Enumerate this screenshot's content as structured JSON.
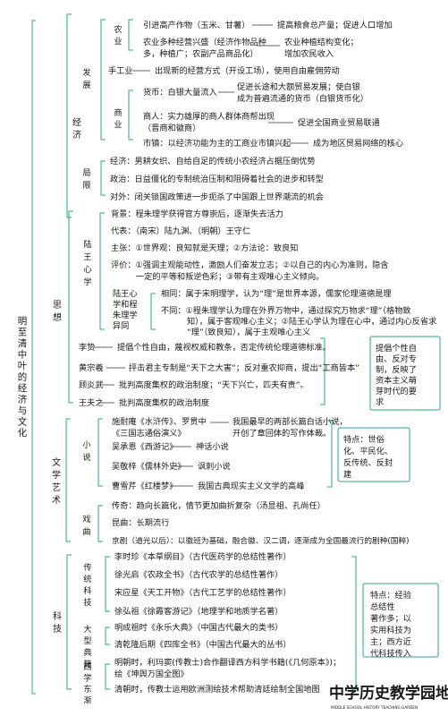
{
  "root": "明至清中叶的经济与文化",
  "economy": {
    "label": "经济",
    "development": {
      "label": "发展",
      "agriculture": {
        "label": "农业",
        "row1": "引进高产作物（玉米、甘薯）",
        "row1_result": "提高粮食总产量；促进人口增加",
        "row2_l1": "农业多种经营兴盛（经济作物品种",
        "row2_l2": "多，种植广；农副产品商品化）",
        "row2_r1": "农业种植结构变化；",
        "row2_r2": "增加农民收入"
      },
      "handicraft": {
        "label": "手工业",
        "text": "出现新的经营方式（开设工场），使用自由雇佣劳动"
      },
      "commerce": {
        "label": "商业",
        "currency": "货币：白银大量流入",
        "currency_r1": "促进长途和大额贸易发展；使白银",
        "currency_r2": "成为普遍流通的货币（白银货币化）",
        "merchants_l1": "商人：实力雄厚的商人群体商帮出现",
        "merchants_l2": "（晋商和徽商）",
        "merchants_r": "促进全国商业贸易联通",
        "towns": "市镇：以经济功能为主的工商业市镇兴起",
        "towns_r": "成为地区贸易网络的核心"
      }
    },
    "limits": {
      "label": "局限",
      "econ": "经济：男耕女织、自给自足的传统小农经济占据压倒优势",
      "politics": "政治：日益僵化的专制统治压制和阻碍着社会的进步和转型",
      "foreign": "对外：闭关锁国政策进一步扼杀了中国跟上世界潮流的机会"
    }
  },
  "culture": {
    "label": "文学艺术",
    "thought": {
      "label": "思想",
      "wang": {
        "label": "陆王心学",
        "background": "背景：程朱理学获得官方尊崇后，逐渐失去活力",
        "reps": "代表：（南宋）陆九渊、（明朝）王守仁",
        "claims": "主张：①世界观：良知就是天理；②方法论：致良知",
        "eval1": "评价：①强调主观能动性，激励人们奋发立志；②以自己的内心为准则，隐含",
        "eval2": "一定的平等和叛逆色彩；③带有主观唯心主义倾向。",
        "diff": {
          "label1": "陆王心",
          "label2": "学和程",
          "label3": "朱理学",
          "label4": "异同",
          "same": "相同：属于宋明理学，认为“理”是世界本源，儒家伦理道德是理",
          "d1": "不同：①程朱理学认为理在外界万物中，通过探究万物求“理”（格物致",
          "d2": "知），属于客观唯心主义；②陆王心学认为理在心中，通过内心反省求",
          "d3": "“理”（致良知），属于主观唯心主义"
        }
      },
      "thinkers": [
        {
          "name": "李贽",
          "text": "提倡个性自由，蔑视权威和教条，否定传统伦理道德标准。"
        },
        {
          "name": "黄宗羲",
          "text": "抨击君主专制是“天下之大害”；反对重农抑商，提出“工商皆本”"
        },
        {
          "name": "顾炎武",
          "text": "批判高度集权的政治制度；“天下兴亡，匹夫有责”。"
        },
        {
          "name": "王夫之",
          "text": "批判高度集权的政治制度"
        }
      ],
      "note": [
        "提倡个性自",
        "由、反对专",
        "制，反映了",
        "资本主义萌",
        "芽时代的要",
        "求"
      ]
    },
    "novel": {
      "label": "小说",
      "r1_l1": "施耐庵《水浒传》、罗贯中",
      "r1_l2": "《三国志通俗演义》",
      "r1_r1": "我国最早的两部长篇白话小说，",
      "r1_r2": "开创了章回体的写作体裁。",
      "r2": "吴承恩《西游记》",
      "r2_r": "神话小说",
      "r3": "吴敬梓《儒林外史》",
      "r3_r": "讽刺小说",
      "r4": "曹雪芹《红楼梦》",
      "r4_r": "我国古典现实主义文学的高峰",
      "note": [
        "特点：世俗",
        "化、平民化、",
        "反传统、反封",
        "建"
      ]
    },
    "drama": {
      "label": "戏曲",
      "chuanqi": "传奇：趋向长篇化，情节更加曲折复杂（汤显祖、孔尚任）",
      "kunqu": "昆曲：长期流行",
      "jingju": "京剧（道光以后）：以徽班为基础，融合徽、汉二调，逐渐成为全国最流行的剧种(国粹)"
    }
  },
  "science": {
    "label": "科技",
    "tradition": {
      "label": "传统科技",
      "rows": [
        "李时珍《本草纲目》（古代医药学的总结性著作）",
        "徐光启《农政全书》（古代农学的总结性著作）",
        "宋应星《天工开物》（古代工艺学的总结性著作）",
        "徐弘祖《徐霞客游记》（地理学和地质学名著）"
      ]
    },
    "encyclopedia": {
      "label": "大型典籍",
      "rows": [
        "明成祖时《永乐大典》（中国古代最大的类书）",
        "清乾隆后期《四库全书》（中国古代最大的丛书）"
      ]
    },
    "western": {
      "label": "西学东渐",
      "r1_l1": "明朝时，利玛窦(传教士)合作翻译西方科学书籍(《几何原本》)；",
      "r1_l2": "绘《坤舆万国全图》",
      "r2": "清朝时，传教士运用欧洲测绘技术帮助清廷绘制全国地图"
    },
    "note": [
      "特点：经验",
      "总结性",
      "著作多；以",
      "实用科技为",
      "主；西方近",
      "代科技传入"
    ]
  },
  "logo": {
    "main": "中学历史教学园地",
    "sub": "MIDDLE SCHOOL HISTORY TEACHING GARDEN"
  }
}
